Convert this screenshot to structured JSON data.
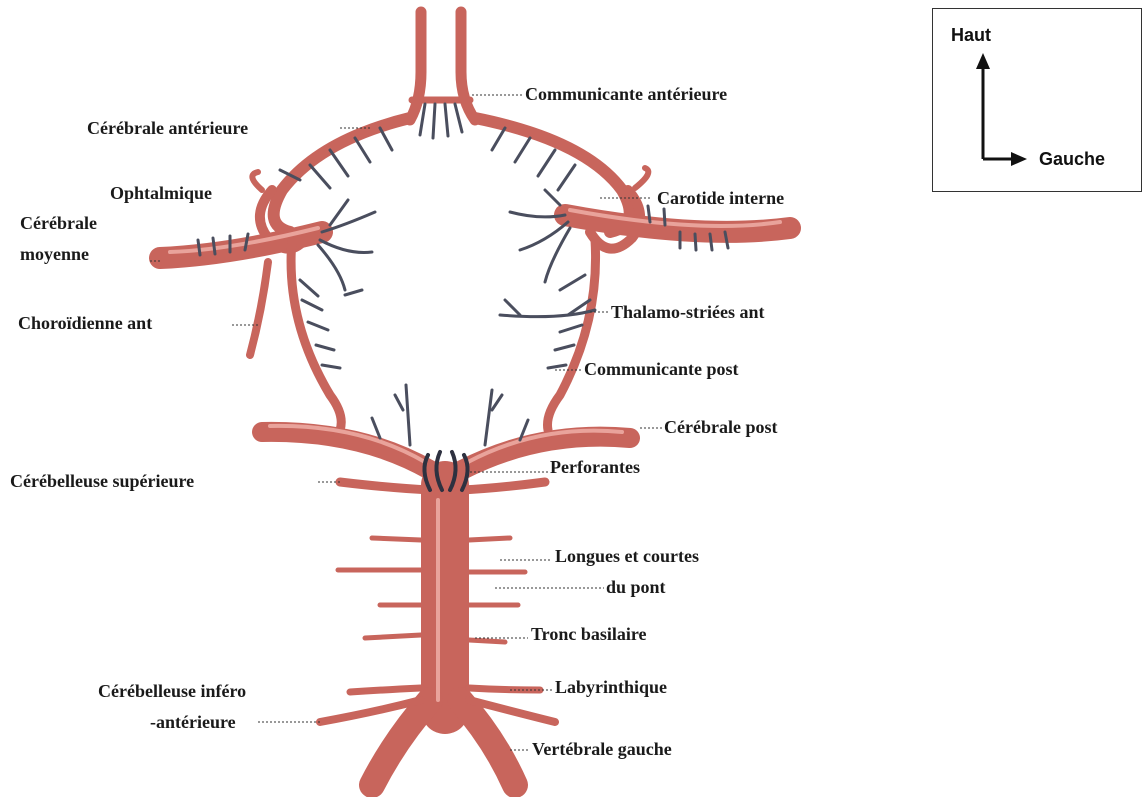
{
  "colors": {
    "artery": "#c8655c",
    "artery_dark": "#9b3f3a",
    "branch": "#4a4e5e",
    "highlight": "#e9a39b"
  },
  "labels": {
    "communicante_anterieure": "Communicante antérieure",
    "cerebrale_anterieure": "Cérébrale antérieure",
    "ophtalmique": "Ophtalmique",
    "cerebrale": "Cérébrale",
    "moyenne": "moyenne",
    "carotide_interne": "Carotide interne",
    "choroidienne_ant": "Choroïdienne ant",
    "thalamo_striees_ant": "Thalamo-striées ant",
    "communicante_post": "Communicante post",
    "cerebrale_post": "Cérébrale post",
    "perforantes": "Perforantes",
    "cerebelleuse_superieure": "Cérébelleuse supérieure",
    "longues_et_courtes": "Longues et courtes",
    "du_pont": "du pont",
    "tronc_basilaire": "Tronc basilaire",
    "cerebelleuse_infero": "Cérébelleuse inféro",
    "anterieure": "-antérieure",
    "labyrinthique": "Labyrinthique",
    "vertebrale_gauche": "Vertébrale gauche"
  },
  "orientation": {
    "haut": "Haut",
    "gauche": "Gauche"
  }
}
